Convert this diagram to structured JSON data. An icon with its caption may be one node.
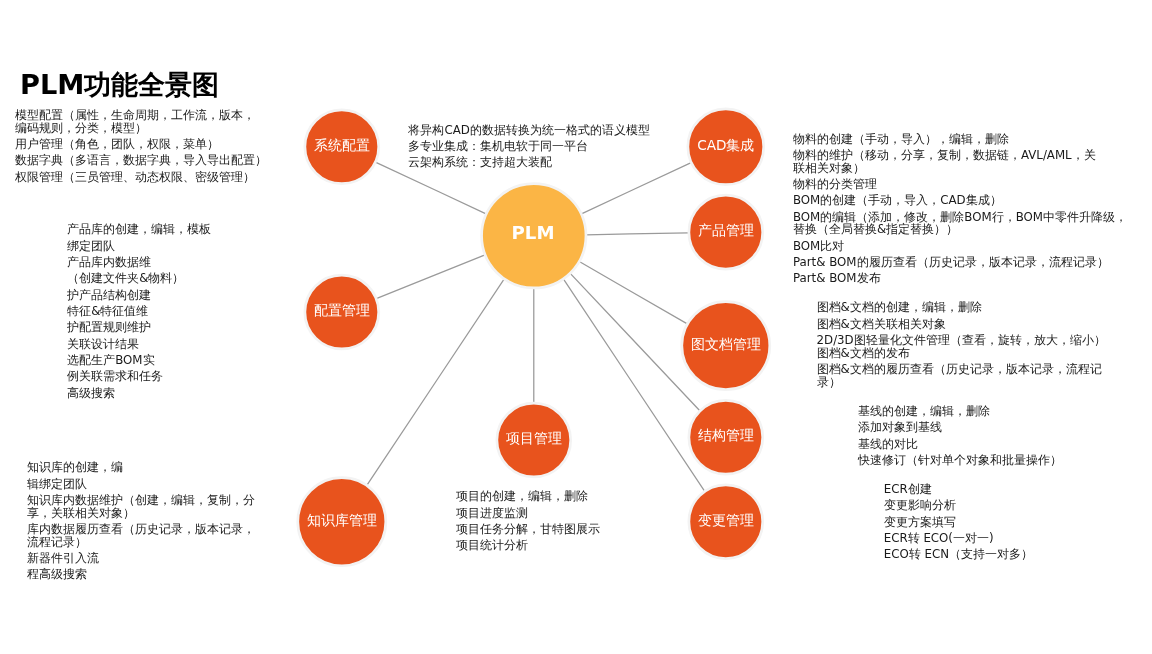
{
  "diagram": {
    "title": "PLM功能全景图",
    "nodes": [
      {
        "text": [
          "PLM"
        ]
      },
      {
        "text": [
          "系统配置"
        ],
        "beside": [
          "模型配置（属性，生命周期，工作流，版本，编码规则，分类，模型）",
          "用户管理（角色，团队，权限，菜单）",
          "数据字典（多语言，数据字典，导入导出配置）",
          "权限管理（三员管理、动态权限、密级管理）"
        ]
      },
      {
        "text": [
          "CAD集成"
        ],
        "beside": [
          "将异构CAD的数据转换为统一格式的语义模型",
          "多专业集成：集机电软于同一平台",
          "云架构系统：支持超大装配"
        ]
      },
      {
        "text": [
          "产品管理"
        ],
        "beside": [
          "物料的创建（手动，导入），编辑，删除",
          "物料的维护（移动，分享，复制，数据链，AVL/AML，关联相关对象）",
          "物料的分类管理",
          "BOM的创建（手动，导入，CAD集成）",
          "BOM的编辑（添加，修改，删除BOM行，BOM中零件升降级，替换（全局替换&指定替换））",
          "BOM比对",
          "Part& BOM的履历查看（历史记录，版本记录，流程记录）",
          "Part& BOM发布"
        ]
      },
      {
        "text": [
          "图文档管理"
        ],
        "beside": [
          "图档&文档的创建，编辑，删除",
          "图档&文档关联相关对象",
          "2D/3D图轻量化文件管理（查看，旋转，放大，缩小）图档&文档的发布",
          "图档&文档的履历查看（历史记录，版本记录，流程记录）"
        ]
      },
      {
        "text": [
          "结构管理"
        ],
        "beside": [
          "基线的创建，编辑，删除",
          "添加对象到基线",
          "基线的对比",
          "快速修订（针对单个对象和批量操作）"
        ]
      },
      {
        "text": [
          "变更管理"
        ],
        "beside": [
          "ECR创建",
          "变更影响分析",
          "变更方案填写",
          "ECR转 ECO(一对一)",
          "ECO转 ECN（支持一对多）"
        ]
      },
      {
        "text": [
          "项目管理"
        ],
        "beside": [
          "项目的创建，编辑，删除",
          "项目进度监测",
          "项目任务分解，甘特图展示",
          "项目统计分析"
        ]
      },
      {
        "text": [
          "知识库管理"
        ],
        "beside": [
          "知识库的创建，编",
          "辑绑定团队",
          "知识库内数据维护（创建，编辑，复制，分享，关联相关对象）",
          "库内数据履历查看（历史记录，版本记录，流程记录）",
          "新器件引入流",
          "程高级搜索"
        ]
      },
      {
        "text": [
          "配置管理"
        ],
        "beside": [
          "产品库的创建，编辑，模板",
          "绑定团队",
          "产品库内数据维",
          "（创建文件夹&物料）",
          "护产品结构创建",
          "特征&特征值维",
          "护配置规则维护",
          "关联设计结果",
          "选配生产BOM实",
          "例关联需求和任务",
          "高级搜索"
        ]
      }
    ],
    "edges": [
      {
        "from": 0,
        "to": 1,
        "arrow": "none"
      },
      {
        "from": 0,
        "to": 2,
        "arrow": "none"
      },
      {
        "from": 0,
        "to": 3,
        "arrow": "none"
      },
      {
        "from": 0,
        "to": 4,
        "arrow": "none"
      },
      {
        "from": 0,
        "to": 5,
        "arrow": "none"
      },
      {
        "from": 0,
        "to": 6,
        "arrow": "none"
      },
      {
        "from": 0,
        "to": 7,
        "arrow": "none"
      },
      {
        "from": 0,
        "to": 8,
        "arrow": "none"
      },
      {
        "from": 0,
        "to": 9,
        "arrow": "none"
      }
    ]
  }
}
